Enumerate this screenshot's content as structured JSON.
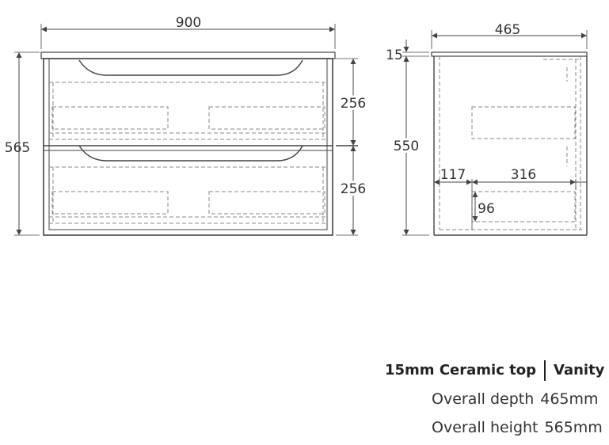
{
  "dimensions": {
    "width": "900",
    "height_overall": "565",
    "drawer_upper": "256",
    "drawer_lower": "256",
    "depth": "465",
    "top_thickness": "15",
    "height_body": "550",
    "offset_left": "117",
    "inner_width": "316",
    "inner_height": "96"
  },
  "specs": {
    "top_material": "15mm Ceramic top",
    "product": "Vanity",
    "depth_label": "Overall depth",
    "depth_value": "465mm",
    "height_label": "Overall height",
    "height_value": "565mm"
  }
}
